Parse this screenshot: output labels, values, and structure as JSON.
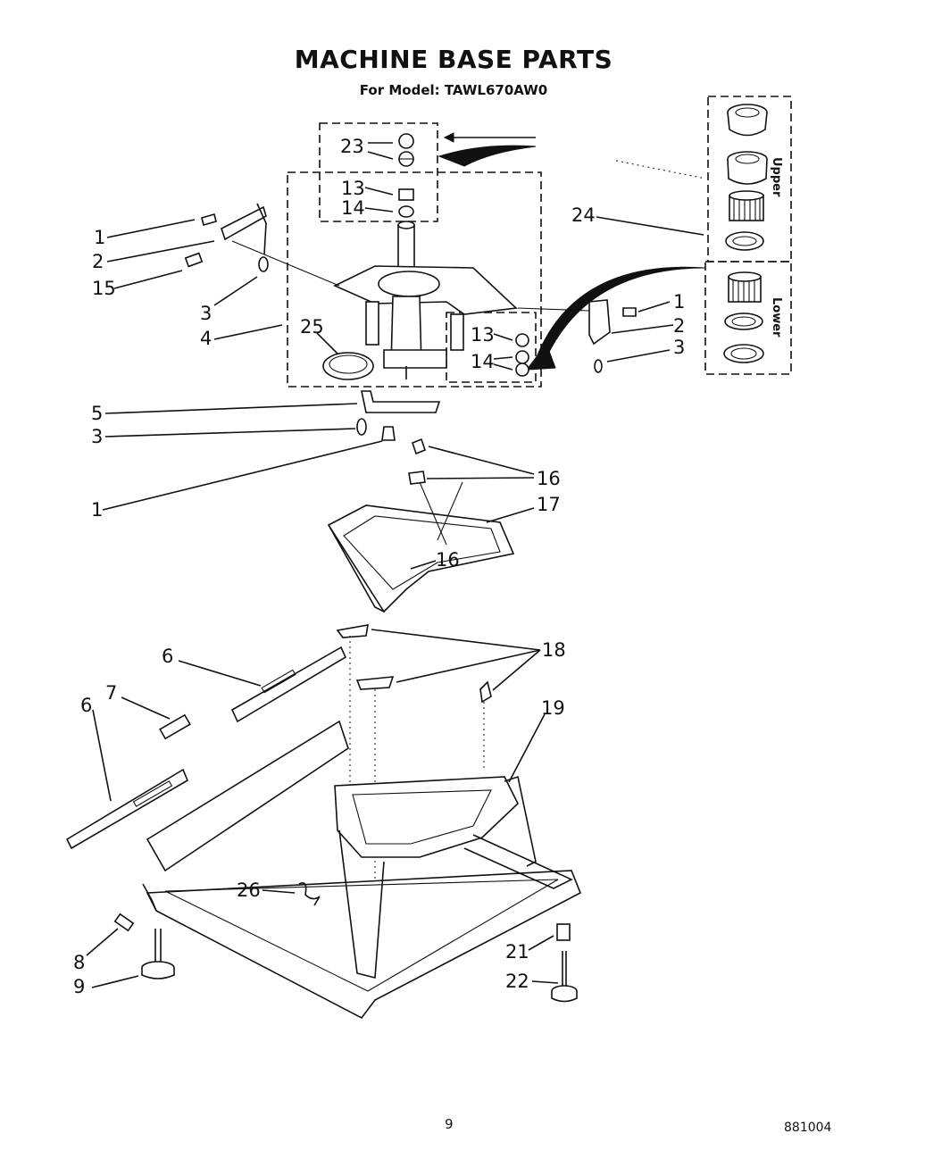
{
  "header": {
    "title": "MACHINE BASE PARTS",
    "subtitle": "For Model: TAWL670AW0"
  },
  "callouts": {
    "c23": "23",
    "c13a": "13",
    "c14a": "14",
    "c24": "24",
    "c1a": "1",
    "c2a": "2",
    "c15": "15",
    "c3a": "3",
    "c4": "4",
    "c25": "25",
    "c13b": "13",
    "c14b": "14",
    "c1b": "1",
    "c2b": "2",
    "c3b": "3",
    "c5": "5",
    "c3c": "3",
    "c1c": "1",
    "c16a": "16",
    "c17": "17",
    "c16b": "16",
    "c18": "18",
    "c6a": "6",
    "c7": "7",
    "c6b": "6",
    "c19": "19",
    "c26": "26",
    "c8": "8",
    "c9": "9",
    "c21": "21",
    "c22": "22"
  },
  "bearing_kit": {
    "upper_label": "Upper",
    "lower_label": "Lower"
  },
  "footer": {
    "page_number": "9",
    "doc_code": "881004"
  }
}
